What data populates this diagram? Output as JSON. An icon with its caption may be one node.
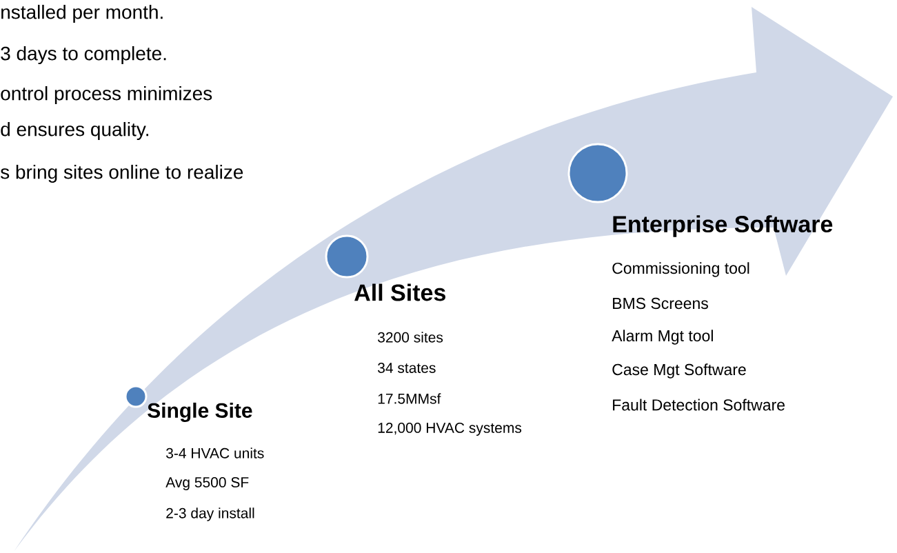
{
  "diagram": {
    "nodes": [
      {
        "text": [],
        "shape": "circle",
        "beside": [
          "Single Site",
          "3-4 HVAC units",
          "Avg 5500 SF",
          "2-3 day install"
        ]
      },
      {
        "text": [],
        "shape": "circle",
        "beside": [
          "All Sites",
          "3200 sites",
          "34 states",
          "17.5MMsf",
          "12,000 HVAC systems"
        ]
      },
      {
        "text": [],
        "shape": "circle",
        "beside": [
          "Enterprise Software",
          "Commissioning tool",
          "BMS Screens",
          "Alarm Mgt tool",
          "Case Mgt Software",
          "Fault Detection Software"
        ]
      }
    ],
    "labels": [
      "nstalled per month.",
      "3 days to complete.",
      "ontrol process minimizes",
      "d ensures quality.",
      "s bring sites online to realize"
    ]
  }
}
